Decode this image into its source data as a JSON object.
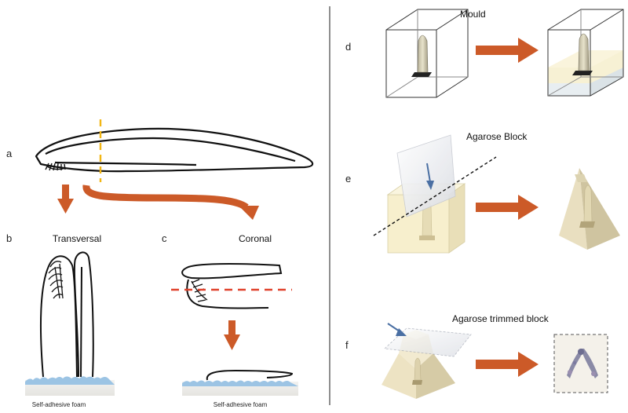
{
  "panels": {
    "a": {
      "letter": "a"
    },
    "b": {
      "letter": "b",
      "title": "Transversal",
      "base_label": "Self-adhesive foam"
    },
    "c": {
      "letter": "c",
      "title": "Coronal",
      "base_label": "Self-adhesive foam"
    },
    "d": {
      "letter": "d",
      "title": "Mould"
    },
    "e": {
      "letter": "e",
      "title": "Agarose Block"
    },
    "f": {
      "letter": "f",
      "title": "Agarose trimmed block"
    }
  },
  "colors": {
    "arrow": "#cc5a28",
    "cut_yellow": "#f2b614",
    "cut_red": "#e0412b",
    "block_front": "#f7efcd",
    "block_side": "#e9dfb8",
    "block_top": "#faf5df",
    "foam": "#9cc4e4"
  },
  "icons": {
    "arrow": "flow-arrow",
    "blade": "blade-plane"
  }
}
